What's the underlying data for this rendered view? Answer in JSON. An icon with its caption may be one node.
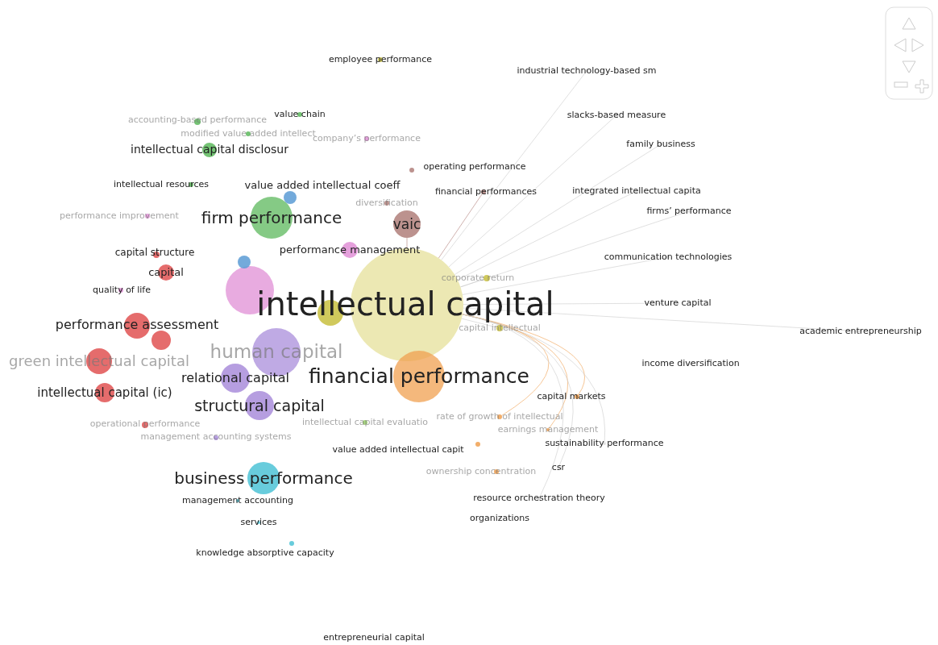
{
  "diagram": {
    "nodes": [
      {
        "text": [
          "intellectual capital"
        ]
      },
      {
        "text": [
          "financial performance"
        ]
      },
      {
        "text": [
          "firm performance"
        ]
      },
      {
        "text": [
          "vaic"
        ]
      },
      {
        "text": [
          "human capital"
        ]
      },
      {
        "text": [
          "structural capital"
        ]
      },
      {
        "text": [
          "relational capital"
        ]
      },
      {
        "text": [
          "business performance"
        ]
      },
      {
        "text": [
          "performance assessment"
        ]
      },
      {
        "text": [
          "green intellectual capital"
        ]
      },
      {
        "text": [
          "intellectual capital (ic)"
        ]
      },
      {
        "text": [
          "capital"
        ]
      },
      {
        "text": [
          "capital structure"
        ]
      },
      {
        "text": [
          "quality of life"
        ]
      },
      {
        "text": [
          "operational performance"
        ]
      },
      {
        "text": [
          "management accounting systems"
        ]
      },
      {
        "text": [],
        "shape": "circle"
      },
      {
        "text": [],
        "shape": "circle"
      },
      {
        "text": [],
        "shape": "circle"
      },
      {
        "text": [],
        "shape": "circle"
      },
      {
        "text": [
          "intellectual capital disclosur"
        ]
      },
      {
        "text": [
          "accounting-based performance"
        ]
      },
      {
        "text": [
          "modified value added intellect"
        ]
      },
      {
        "text": [
          "value chain"
        ]
      },
      {
        "text": [
          "company’s performance"
        ]
      },
      {
        "text": [
          "intellectual resources"
        ]
      },
      {
        "text": [
          "value added intellectual coeff"
        ]
      },
      {
        "text": [
          "diversification"
        ]
      },
      {
        "text": [
          "performance improvement"
        ]
      },
      {
        "text": [
          "performance management"
        ]
      },
      {
        "text": [
          "operating performance"
        ]
      },
      {
        "text": [
          "financial performances"
        ]
      },
      {
        "text": [
          "employee performance"
        ]
      },
      {
        "text": [
          "industrial technology-based sm"
        ]
      },
      {
        "text": [
          "slacks-based measure"
        ]
      },
      {
        "text": [
          "family business"
        ]
      },
      {
        "text": [
          "integrated intellectual capita"
        ]
      },
      {
        "text": [
          "firms’ performance"
        ]
      },
      {
        "text": [
          "communication technologies"
        ]
      },
      {
        "text": [
          "venture capital"
        ]
      },
      {
        "text": [
          "academic entrepreneurship"
        ]
      },
      {
        "text": [
          "income diversification"
        ]
      },
      {
        "text": [
          "capital markets"
        ]
      },
      {
        "text": [
          "rate of growth of intellectual"
        ]
      },
      {
        "text": [
          "earnings management"
        ]
      },
      {
        "text": [
          "sustainability performance"
        ]
      },
      {
        "text": [
          "value added intellectual capit"
        ]
      },
      {
        "text": [
          "ownership concentration"
        ]
      },
      {
        "text": [
          "csr"
        ]
      },
      {
        "text": [
          "resource orchestration theory"
        ]
      },
      {
        "text": [
          "organizations"
        ]
      },
      {
        "text": [
          "intellectual capital evaluatio"
        ]
      },
      {
        "text": [
          "corporate return"
        ]
      },
      {
        "text": [
          "capital intellectual"
        ]
      },
      {
        "text": [
          "management accounting"
        ]
      },
      {
        "text": [
          "services"
        ]
      },
      {
        "text": [
          "knowledge absorptive capacity"
        ]
      },
      {
        "text": [
          "entrepreneurial capital"
        ]
      }
    ],
    "edges": [
      {
        "from": 0,
        "to": 3,
        "arrow": "none",
        "color": "#b07f7a"
      },
      {
        "from": 0,
        "to": 31,
        "arrow": "none",
        "color": "#b07f7a"
      },
      {
        "from": 0,
        "to": 33,
        "arrow": "none"
      },
      {
        "from": 0,
        "to": 34,
        "arrow": "none"
      },
      {
        "from": 0,
        "to": 35,
        "arrow": "none"
      },
      {
        "from": 0,
        "to": 36,
        "arrow": "none"
      },
      {
        "from": 0,
        "to": 37,
        "arrow": "none"
      },
      {
        "from": 0,
        "to": 38,
        "arrow": "none"
      },
      {
        "from": 0,
        "to": 39,
        "arrow": "none"
      },
      {
        "from": 0,
        "to": 40,
        "arrow": "none"
      },
      {
        "from": 0,
        "to": 42,
        "arrow": "none",
        "color": "#f0a050"
      },
      {
        "from": 0,
        "to": 43,
        "arrow": "none",
        "color": "#f0a050"
      },
      {
        "from": 0,
        "to": 44,
        "arrow": "none",
        "color": "#f0a050"
      },
      {
        "from": 0,
        "to": 45,
        "arrow": "none"
      },
      {
        "from": 0,
        "to": 48,
        "arrow": "none"
      },
      {
        "from": 0,
        "to": 49,
        "arrow": "none"
      },
      {
        "from": 0,
        "to": 52,
        "arrow": "none"
      },
      {
        "from": 0,
        "to": 53,
        "arrow": "none"
      }
    ]
  }
}
